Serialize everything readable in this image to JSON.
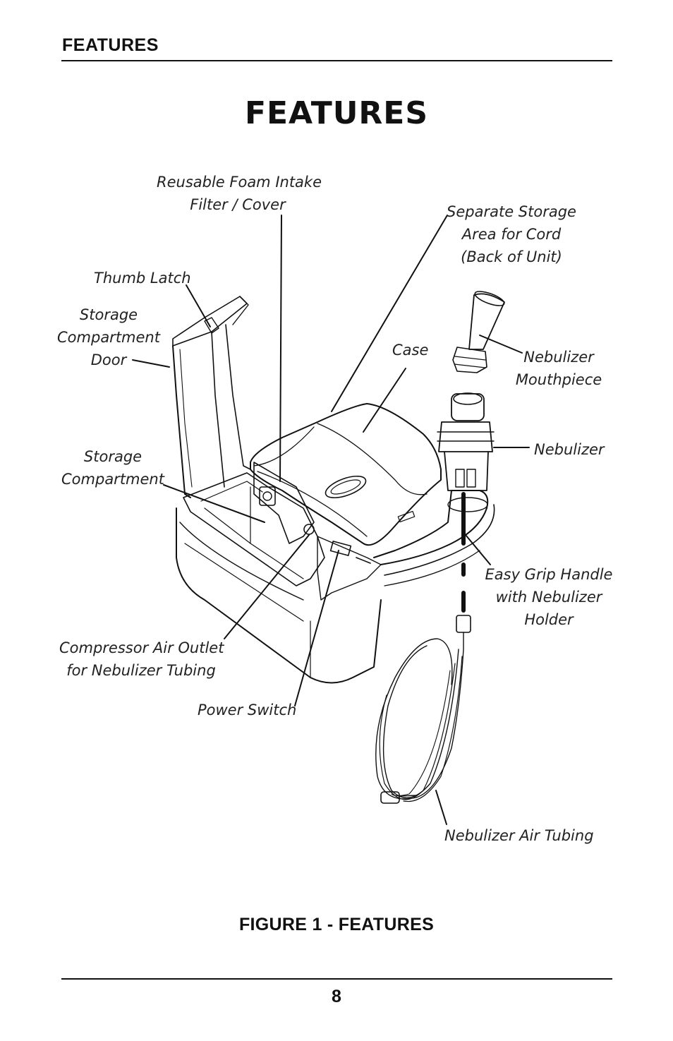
{
  "header": {
    "section_title": "FEATURES"
  },
  "main_title": "FEATURES",
  "labels": {
    "foam_filter": [
      "Reusable Foam Intake",
      "Filter / Cover"
    ],
    "storage_area": [
      "Separate Storage",
      "Area for Cord",
      "(Back of Unit)"
    ],
    "thumb_latch": [
      "Thumb Latch"
    ],
    "compartment_door": [
      "Storage",
      "Compartment",
      "Door"
    ],
    "case": [
      "Case"
    ],
    "mouthpiece": [
      "Nebulizer",
      "Mouthpiece"
    ],
    "nebulizer": [
      "Nebulizer"
    ],
    "storage_compartment": [
      "Storage",
      "Compartment"
    ],
    "grip_handle": [
      "Easy Grip Handle",
      "with Nebulizer",
      "Holder"
    ],
    "air_outlet": [
      "Compressor Air Outlet",
      "for Nebulizer Tubing"
    ],
    "power_switch": [
      "Power Switch"
    ],
    "air_tubing": [
      "Nebulizer Air Tubing"
    ]
  },
  "figure_caption": "FIGURE 1 - FEATURES",
  "page_number": "8"
}
